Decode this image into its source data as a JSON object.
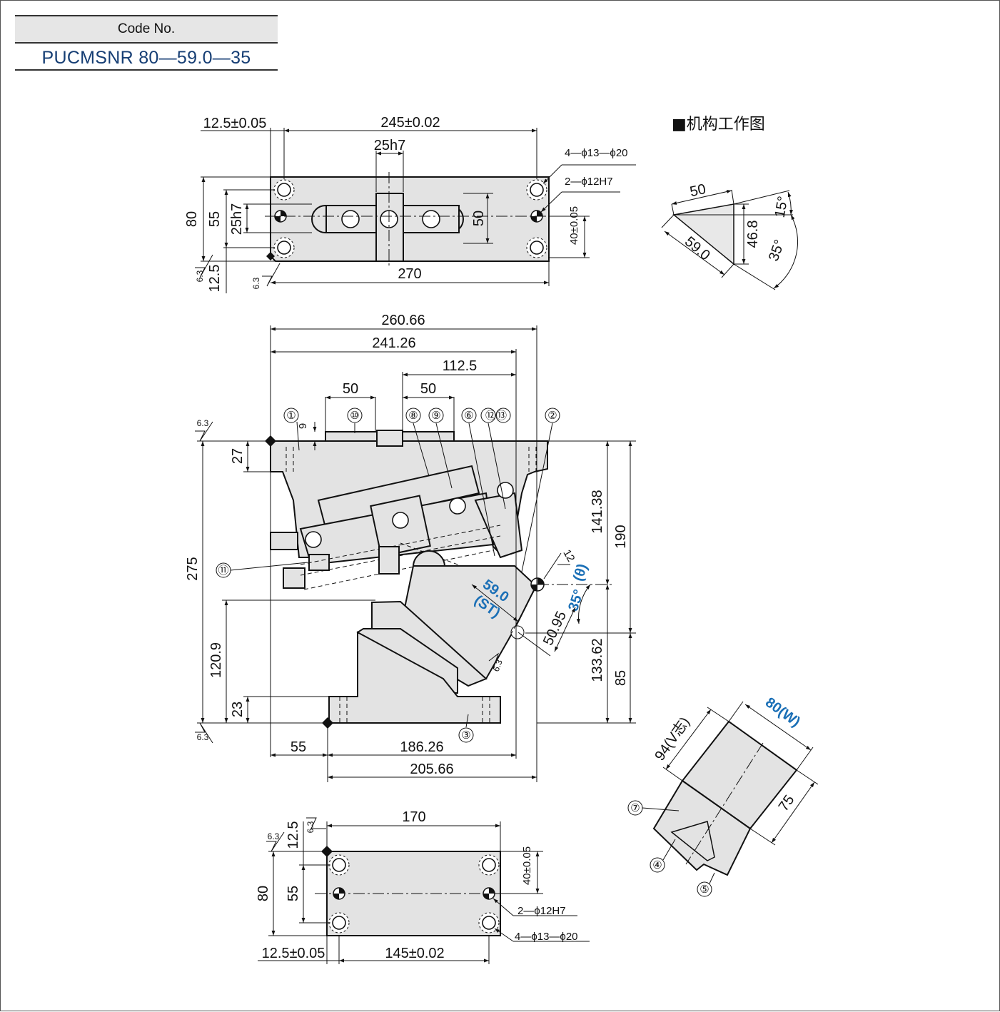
{
  "code_box": {
    "header": "Code No.",
    "value": "PUCMSNR 80—59.0—35"
  },
  "top_view": {
    "dim_left_offset": "12.5±0.05",
    "dim_pitch": "245±0.02",
    "dim_key": "25h7",
    "dim_overall_length": "270",
    "dim_width": "80",
    "dim_hole_pitch": "55",
    "dim_key_slot": "25h7",
    "dim_slot_width": "50",
    "dim_hole_offset": "40±0.05",
    "dim_edge": "12.5",
    "note_holes": "4—ϕ13—ϕ20",
    "note_pins": "2—ϕ12H7",
    "roughness": "6.3"
  },
  "front_view": {
    "dim_260": "260.66",
    "dim_241": "241.26",
    "dim_112": "112.5",
    "dim_50a": "50",
    "dim_50b": "50",
    "dim_9": "9",
    "dim_27": "27",
    "dim_275": "275",
    "dim_120": "120.9",
    "dim_23": "23",
    "dim_141": "141.38",
    "dim_190": "190",
    "dim_133": "133.62",
    "dim_85": "85",
    "dim_55": "55",
    "dim_186": "186.26",
    "dim_205": "205.66",
    "dim_50_95": "50.95",
    "dim_12": "12",
    "stroke": "59.0",
    "stroke_label": "(ST)",
    "angle": "35°",
    "angle_label": "(θ)",
    "roughness": "6.3",
    "balloons": [
      "①",
      "②",
      "③",
      "⑥",
      "⑧",
      "⑨",
      "⑩",
      "⑪",
      "⑫⑬"
    ]
  },
  "bottom_view": {
    "dim_length": "170",
    "dim_width": "80",
    "dim_pitch_y": "55",
    "dim_edge": "12.5",
    "dim_offset": "40±0.05",
    "dim_left": "12.5±0.05",
    "dim_pitch_x": "145±0.02",
    "note_pins": "2—ϕ12H7",
    "note_holes": "4—ϕ13—ϕ20",
    "roughness": "6.3"
  },
  "mechanism": {
    "title": "■机构工作图",
    "dim_top": "50",
    "dim_hyp": "59.0",
    "dim_height": "46.8",
    "angle_15": "15°",
    "angle_35": "35°"
  },
  "block_view": {
    "dim_v": "94(V志)",
    "dim_w": "80(W)",
    "dim_75": "75",
    "balloons": [
      "④",
      "⑤",
      "⑦"
    ]
  }
}
